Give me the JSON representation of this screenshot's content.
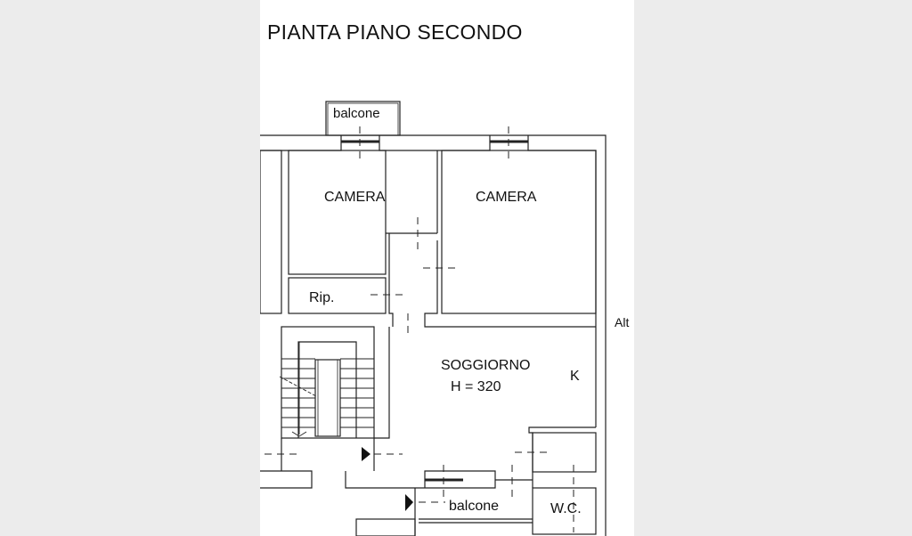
{
  "plan": {
    "title": "PIANTA PIANO SECONDO",
    "rooms": {
      "balcone_top": "balcone",
      "camera_left": "CAMERA",
      "camera_right": "CAMERA",
      "ripostiglio": "Rip.",
      "soggiorno": "SOGGIORNO",
      "soggiorno_height": "H = 320",
      "kitchen": "K",
      "balcone_bottom": "balcone",
      "wc": "W.C."
    },
    "side_label": "Alt"
  }
}
